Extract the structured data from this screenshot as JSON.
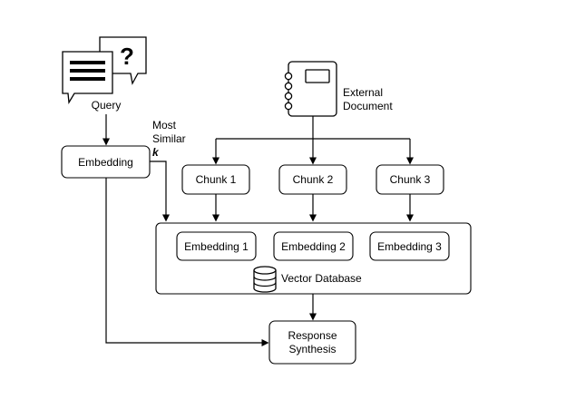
{
  "query": {
    "icon": "chat-bubbles-question-icon",
    "label": "Query",
    "question_mark": "?"
  },
  "embedding": {
    "label": "Embedding"
  },
  "similarity": {
    "line1": "Most",
    "line2": "Similar",
    "k": "k"
  },
  "document": {
    "icon": "notebook-icon",
    "line1": "External",
    "line2": "Document"
  },
  "chunks": [
    {
      "label": "Chunk 1"
    },
    {
      "label": "Chunk 2"
    },
    {
      "label": "Chunk 3"
    }
  ],
  "vector_db": {
    "icon": "database-icon",
    "label": "Vector Database",
    "embeddings": [
      {
        "label": "Embedding 1"
      },
      {
        "label": "Embedding 2"
      },
      {
        "label": "Embedding 3"
      }
    ]
  },
  "response": {
    "line1": "Response",
    "line2": "Synthesis"
  }
}
